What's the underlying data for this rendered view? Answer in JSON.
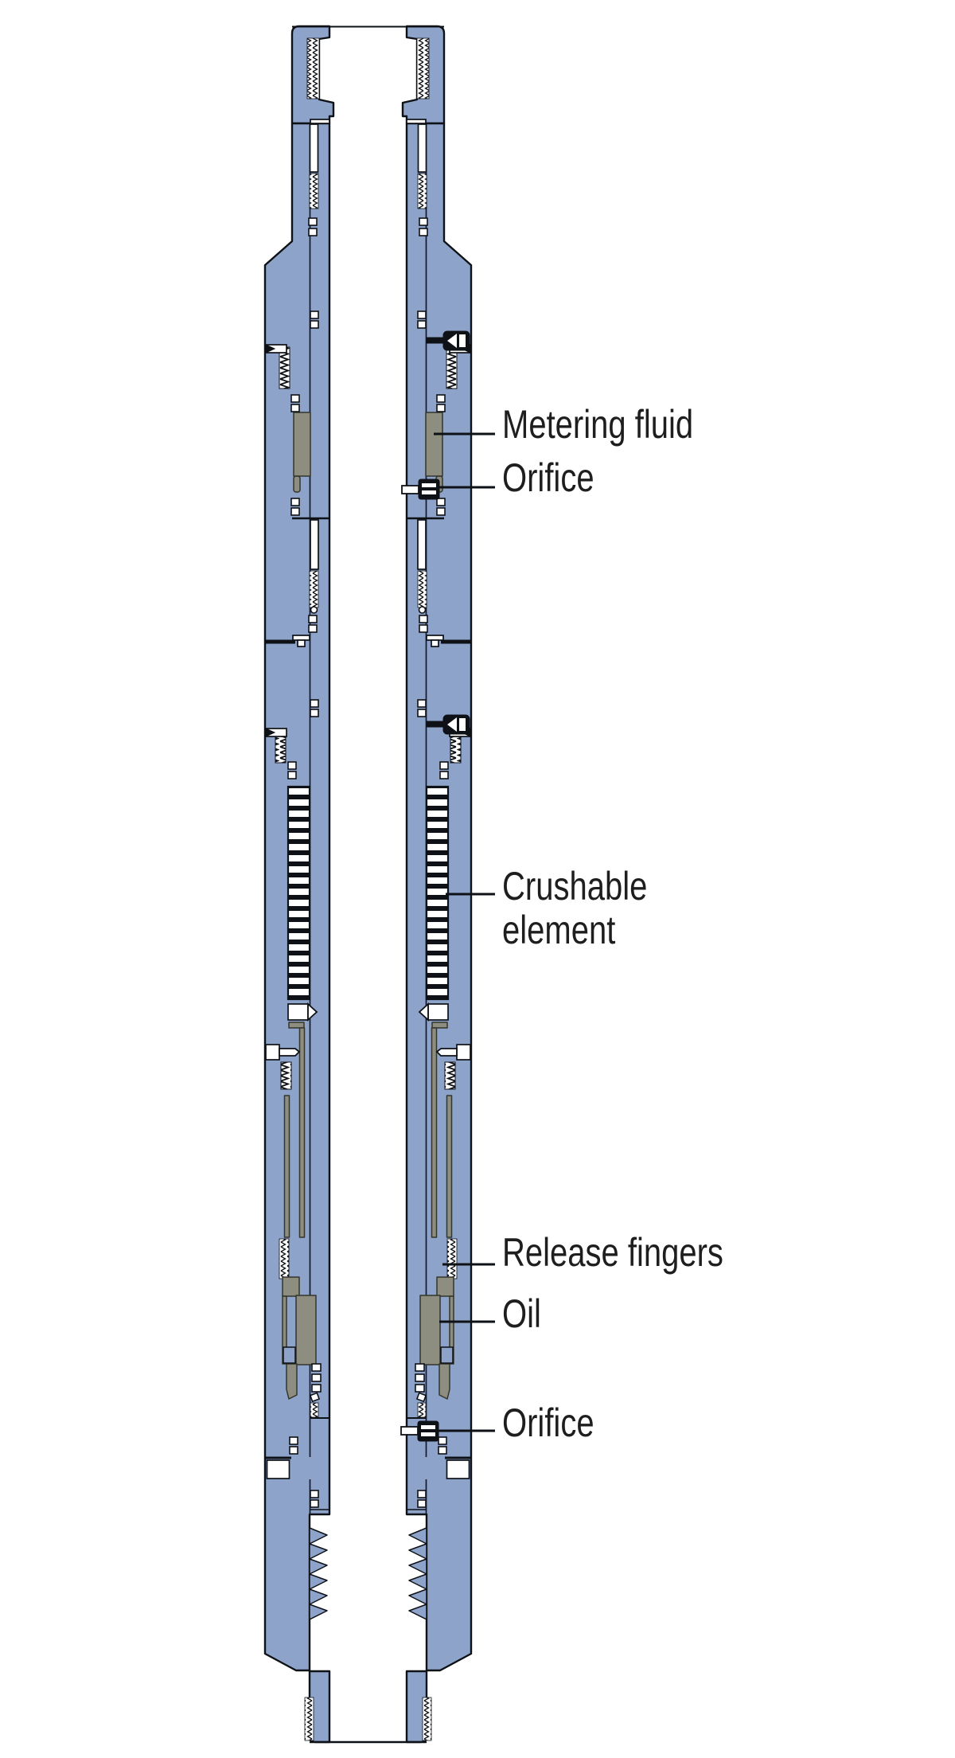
{
  "figure": {
    "title": "Downhole metering tool cross-section",
    "type": "engineering-cross-section",
    "colors": {
      "body_blue": "#8DA3C9",
      "fluid_gray": "#8d8e7f",
      "outline": "#0e1116",
      "label_text": "#1e1e1e",
      "background": "#ffffff"
    },
    "labels": [
      {
        "id": "metering-fluid",
        "text": "Metering fluid"
      },
      {
        "id": "orifice-upper",
        "text": "Orifice"
      },
      {
        "id": "crushable-element",
        "text": "Crushable element",
        "line1": "Crushable",
        "line2": "element"
      },
      {
        "id": "release-fingers",
        "text": "Release fingers"
      },
      {
        "id": "oil",
        "text": "Oil"
      },
      {
        "id": "orifice-lower",
        "text": "Orifice"
      }
    ]
  }
}
